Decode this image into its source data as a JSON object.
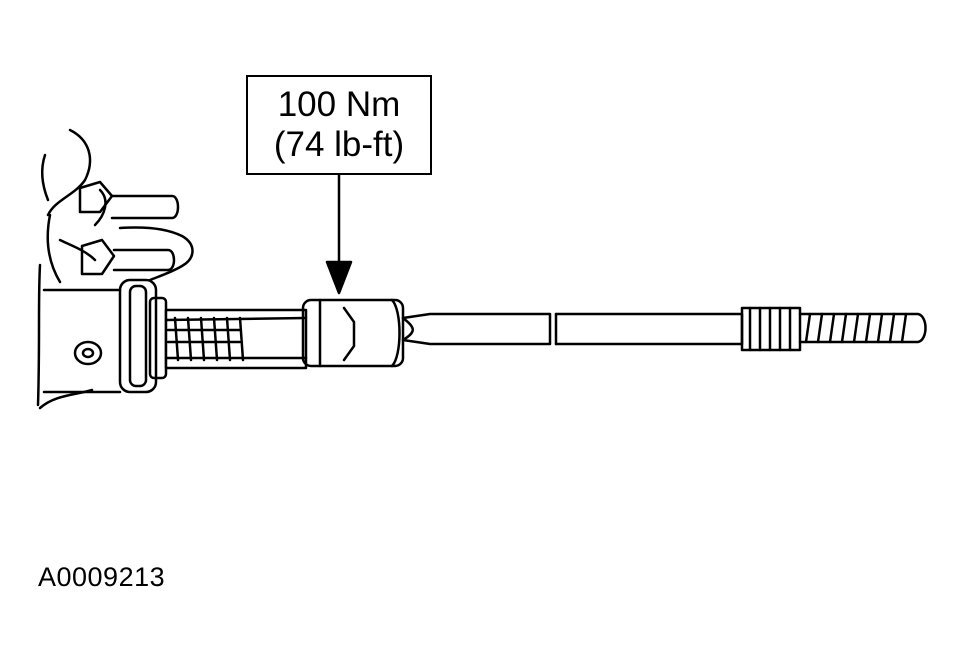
{
  "callout": {
    "line1": "100 Nm",
    "line2": "(74 lb-ft)"
  },
  "figure_id": "A0009213",
  "colors": {
    "line": "#000000",
    "background": "#ffffff"
  }
}
